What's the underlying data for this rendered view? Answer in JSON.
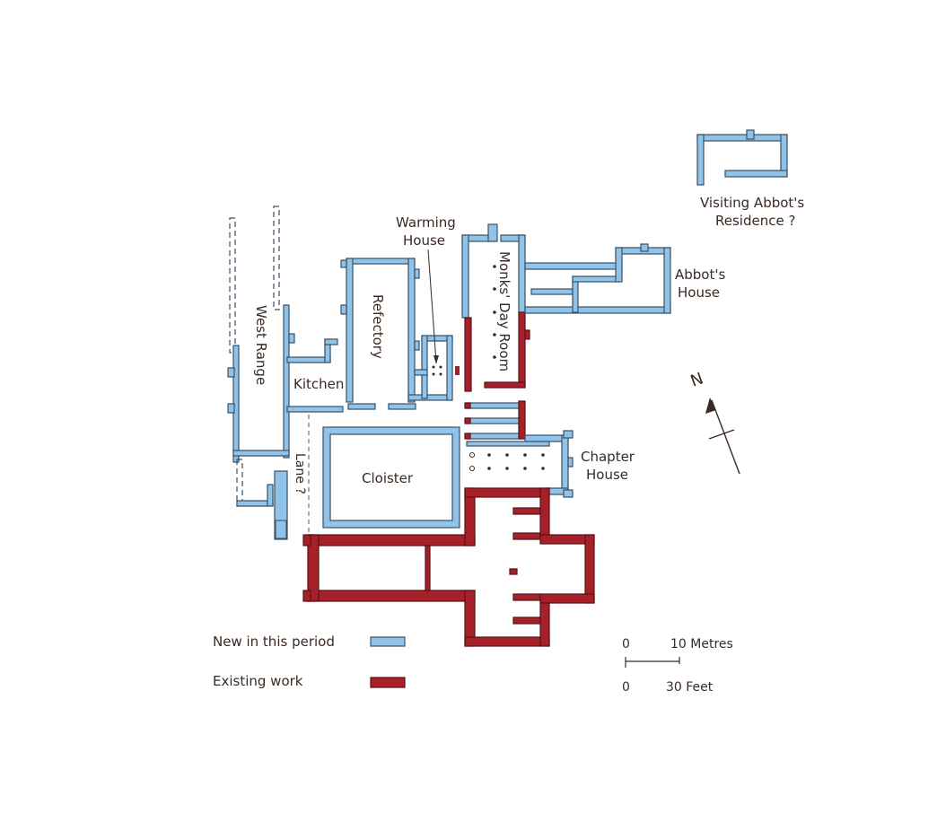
{
  "labels": {
    "west_range": "West Range",
    "kitchen": "Kitchen",
    "refectory": "Refectory",
    "warming_house_1": "Warming",
    "warming_house_2": "House",
    "monks_day_room": "Monks' Day Room",
    "abbots_house_1": "Abbot's",
    "abbots_house_2": "House",
    "visiting_abbot_1": "Visiting Abbot's",
    "visiting_abbot_2": "Residence ?",
    "chapter_house_1": "Chapter",
    "chapter_house_2": "House",
    "cloister": "Cloister",
    "lane": "Lane ?",
    "north": "N"
  },
  "legend": {
    "new_label": "New in this period",
    "existing_label": "Existing work"
  },
  "scale": {
    "metres_zero": "0",
    "metres_label": "10 Metres",
    "feet_zero": "0",
    "feet_label": "30 Feet"
  },
  "colors": {
    "new_work": "#8fc3ea",
    "existing_work": "#a52028",
    "label_text": "#3a2a22"
  }
}
